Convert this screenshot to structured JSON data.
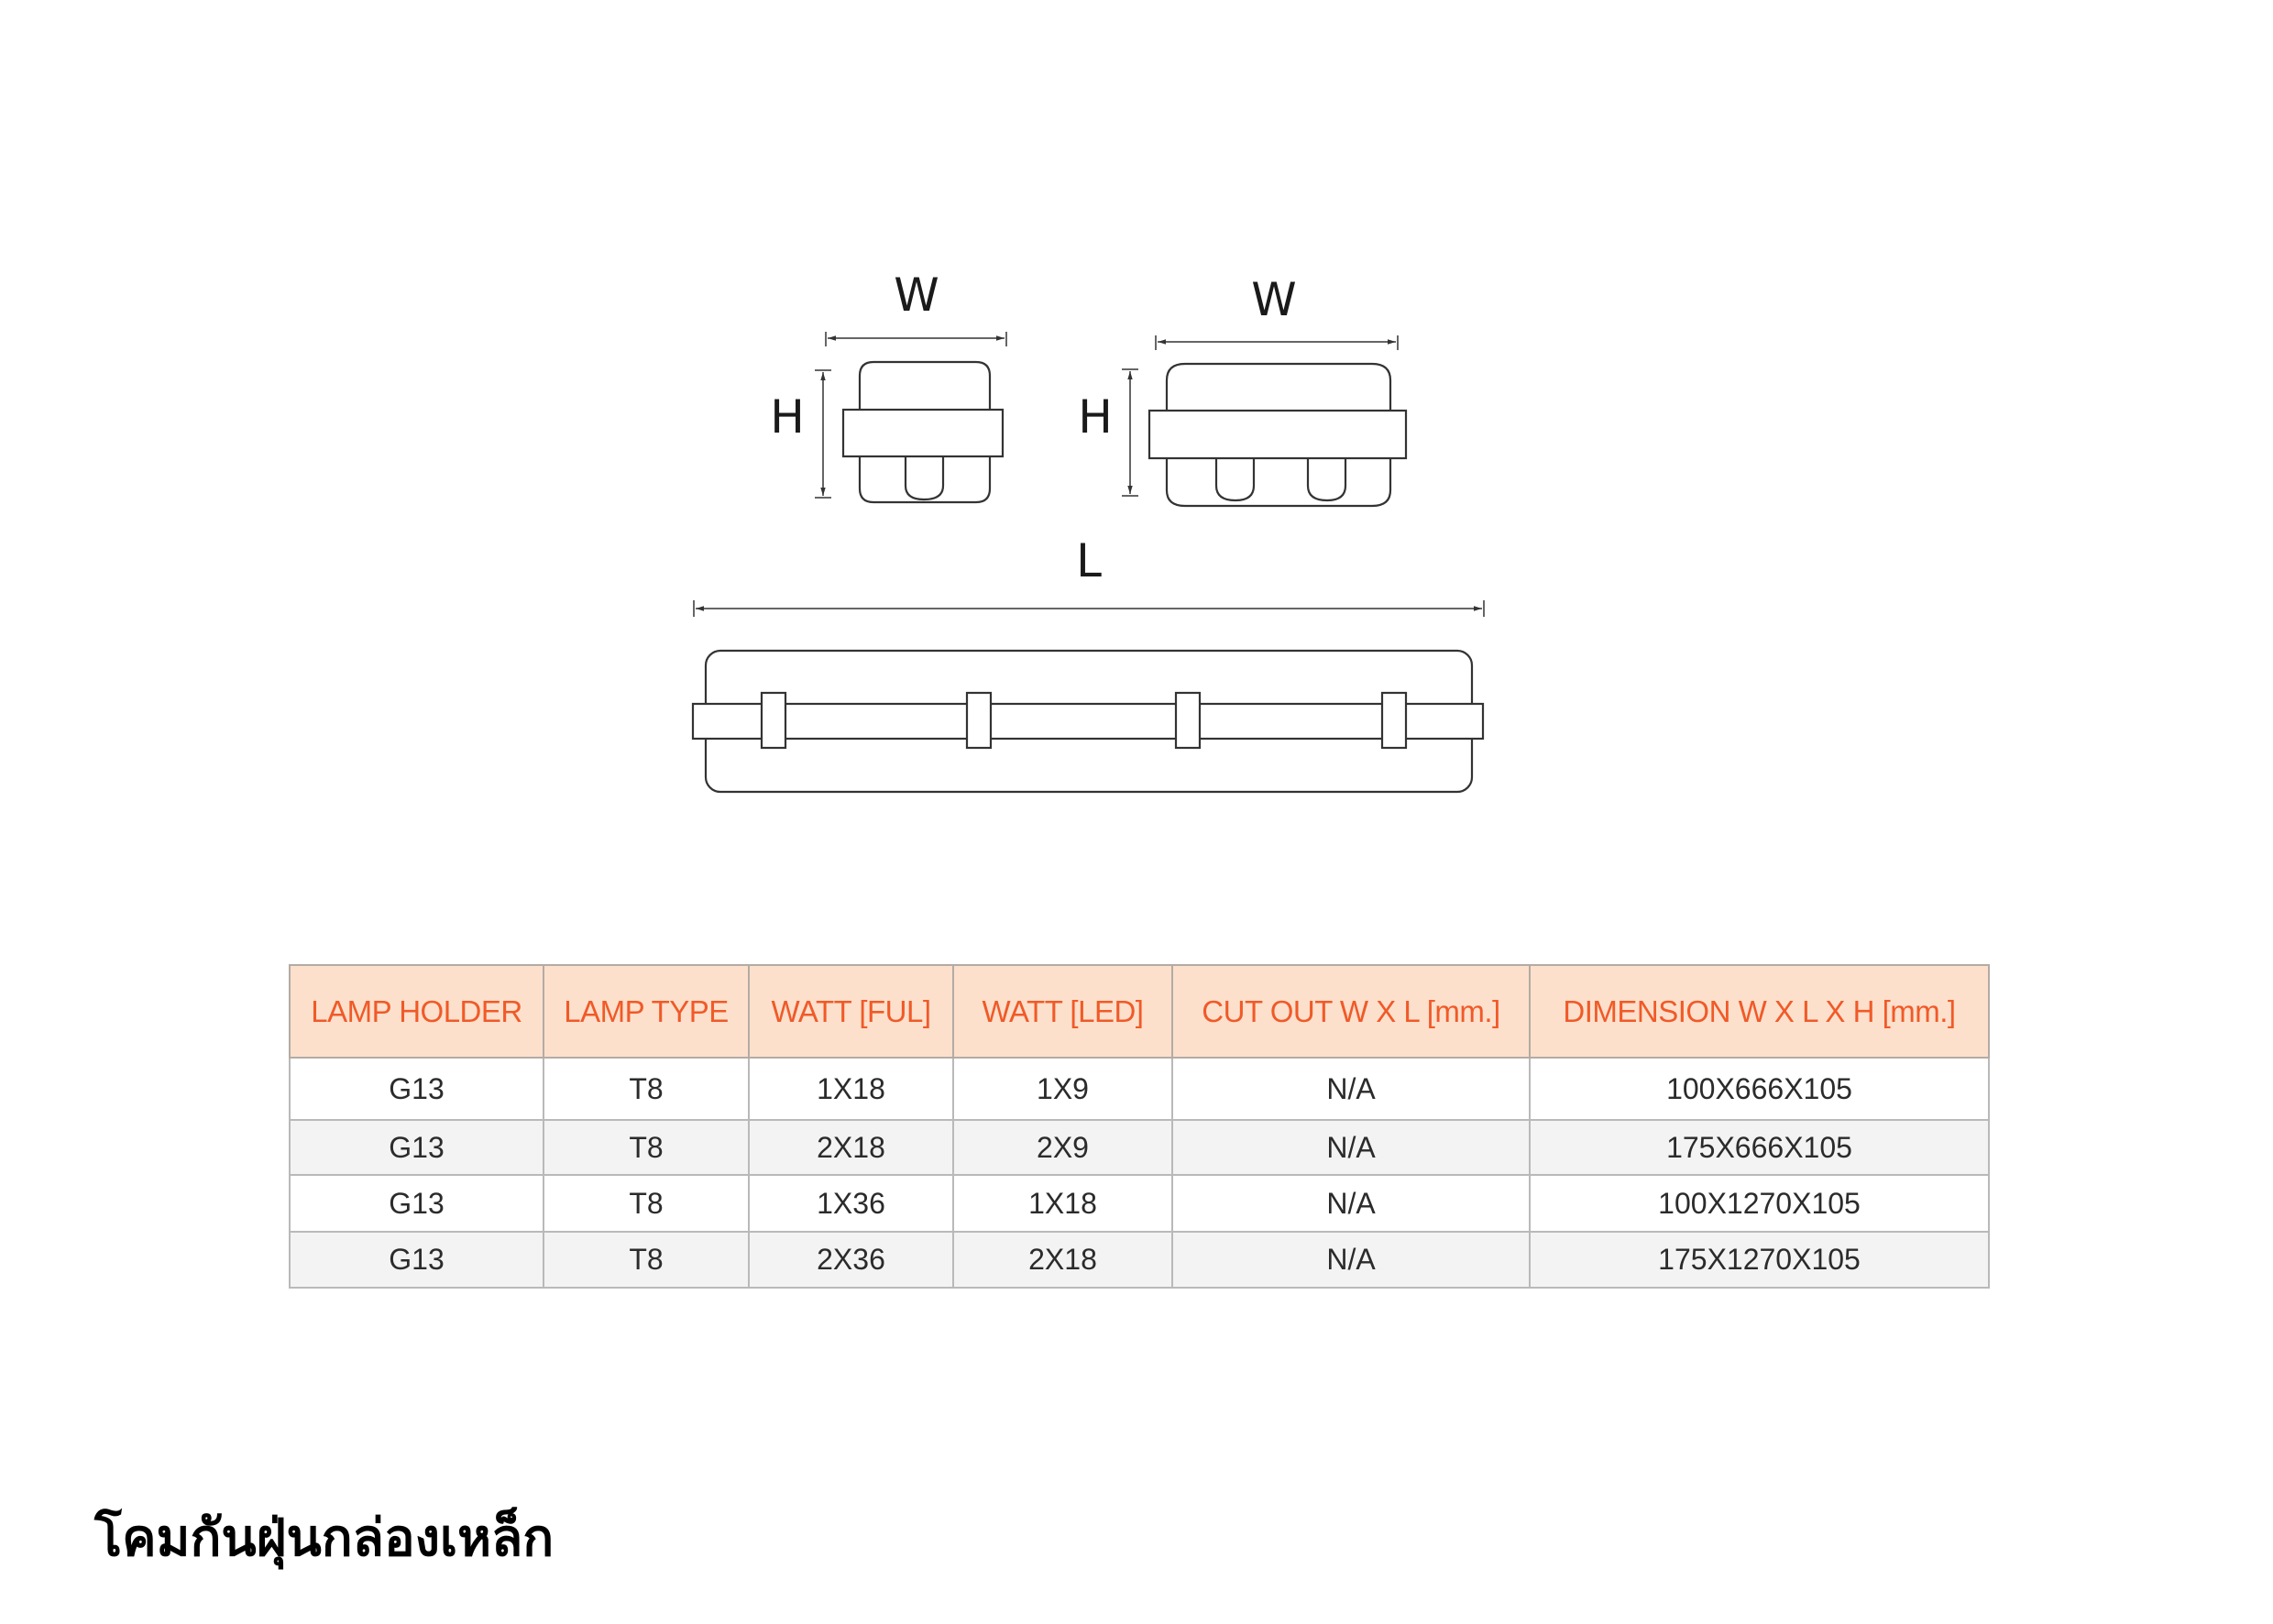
{
  "drawings": {
    "single_lamp_section": {
      "width_label": "W",
      "height_label": "H"
    },
    "double_lamp_section": {
      "width_label": "W",
      "height_label": "H"
    },
    "side_view": {
      "length_label": "L"
    }
  },
  "spec_table": {
    "colors": {
      "header_bg": "#fde0cc",
      "header_text": "#f05a28",
      "alt_row_bg": "#f3f3f3",
      "border": "#b9b9b9"
    },
    "headers": [
      "LAMP HOLDER",
      "LAMP TYPE",
      "WATT [FUL]",
      "WATT [LED]",
      "CUT OUT W X L [mm.]",
      "DIMENSION W X L X H [mm.]"
    ],
    "rows": [
      [
        "G13",
        "T8",
        "1X18",
        "1X9",
        "N/A",
        "100X666X105"
      ],
      [
        "G13",
        "T8",
        "2X18",
        "2X9",
        "N/A",
        "175X666X105"
      ],
      [
        "G13",
        "T8",
        "1X36",
        "1X18",
        "N/A",
        "100X1270X105"
      ],
      [
        "G13",
        "T8",
        "2X36",
        "2X18",
        "N/A",
        "175X1270X105"
      ]
    ]
  },
  "product_title": "โคมกันฝุ่นกล่องเหล็ก"
}
